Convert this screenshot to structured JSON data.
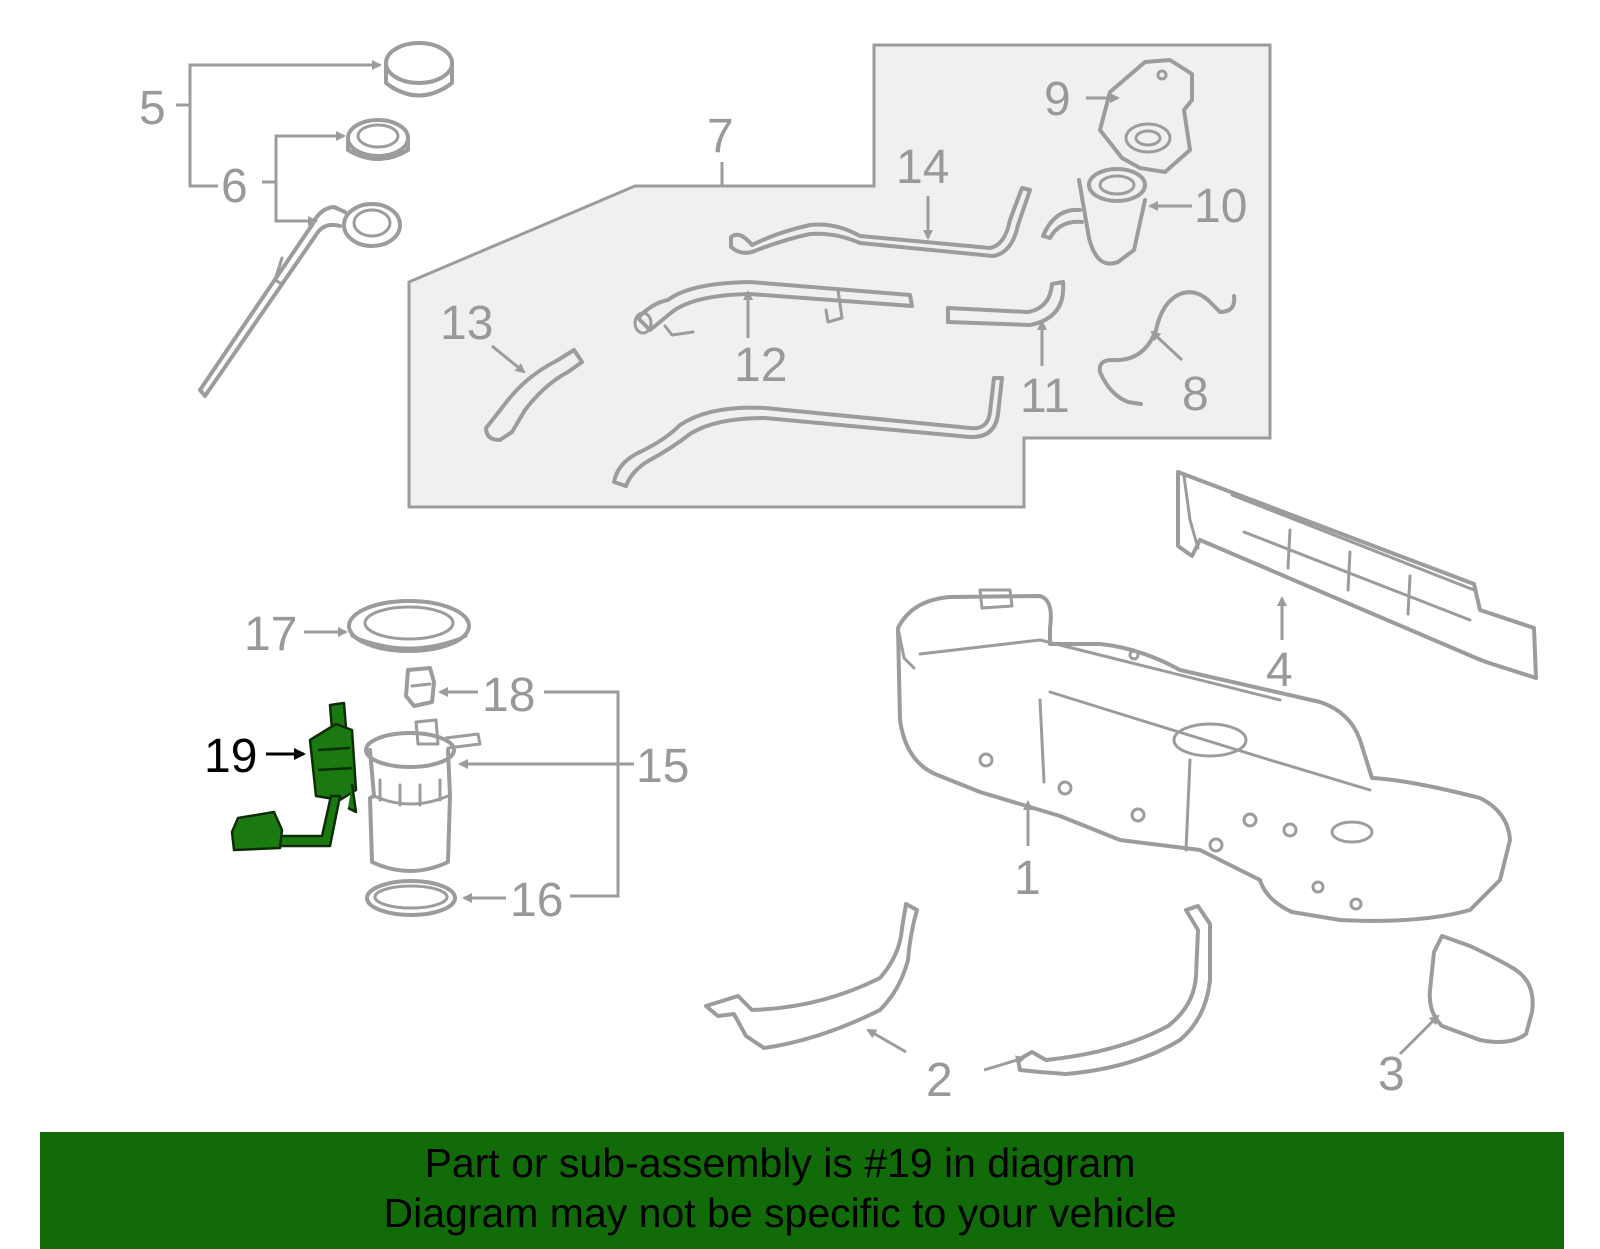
{
  "callouts": {
    "c1": "1",
    "c2": "2",
    "c3": "3",
    "c4": "4",
    "c5": "5",
    "c6": "6",
    "c7": "7",
    "c8": "8",
    "c9": "9",
    "c10": "10",
    "c11": "11",
    "c12": "12",
    "c13": "13",
    "c14": "14",
    "c15": "15",
    "c16": "16",
    "c17": "17",
    "c18": "18",
    "c19": "19"
  },
  "banner": {
    "line1": "Part or sub-assembly is #19 in diagram",
    "line2": "Diagram may not be specific to your vehicle"
  },
  "colors": {
    "banner_bg": "#116b08",
    "highlight_part": "#1a7a0f",
    "line_art": "#9c9c9c",
    "inset_fill": "#f0f0f0"
  }
}
